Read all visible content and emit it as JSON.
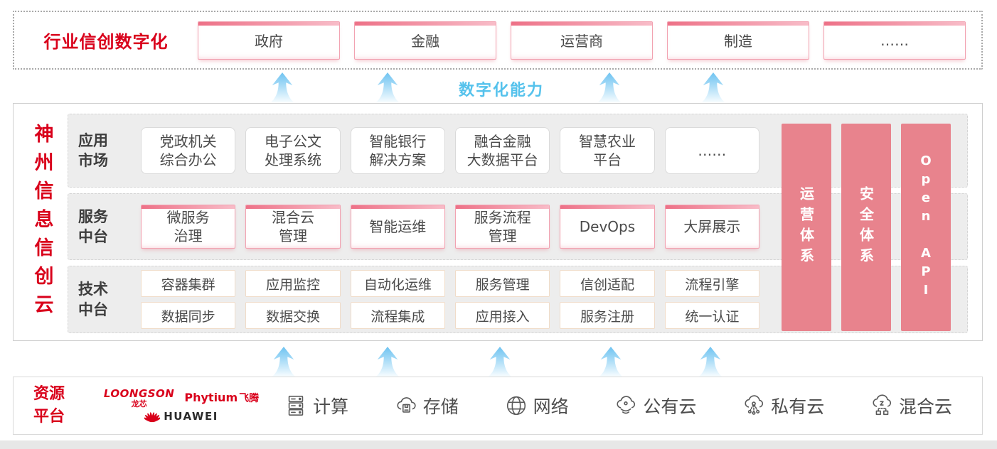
{
  "top_band": {
    "title": "行业信创数字化",
    "sectors": [
      "政府",
      "金融",
      "运营商",
      "制造",
      "……"
    ]
  },
  "capability_label": "数字化能力",
  "main": {
    "title": "神州信息信创云",
    "app_row": {
      "label_lines": [
        "应用",
        "市场"
      ],
      "items": [
        [
          "党政机关",
          "综合办公"
        ],
        [
          "电子公文",
          "处理系统"
        ],
        [
          "智能银行",
          "解决方案"
        ],
        [
          "融合金融",
          "大数据平台"
        ],
        [
          "智慧农业",
          "平台"
        ],
        [
          "……"
        ]
      ]
    },
    "service_row": {
      "label_lines": [
        "服务",
        "中台"
      ],
      "items": [
        [
          "微服务",
          "治理"
        ],
        [
          "混合云",
          "管理"
        ],
        [
          "智能运维"
        ],
        [
          "服务流程",
          "管理"
        ],
        [
          "DevOps"
        ],
        [
          "大屏展示"
        ]
      ]
    },
    "tech_row": {
      "label_lines": [
        "技术",
        "中台"
      ],
      "row1": [
        "容器集群",
        "应用监控",
        "自动化运维",
        "服务管理",
        "信创适配",
        "流程引擎"
      ],
      "row2": [
        "数据同步",
        "数据交换",
        "流程集成",
        "应用接入",
        "服务注册",
        "统一认证"
      ]
    },
    "pillars": [
      "运营体系",
      "安全体系",
      "Open API"
    ]
  },
  "resources": {
    "title_lines": [
      "资源",
      "平台"
    ],
    "vendors": {
      "loongson_en": "LOONGSON",
      "loongson_cn": "龙芯",
      "phytium_en": "Phytium",
      "phytium_cn": "飞腾",
      "huawei": "HUAWEI"
    },
    "items": [
      {
        "icon": "compute-icon",
        "label": "计算"
      },
      {
        "icon": "storage-icon",
        "label": "存储"
      },
      {
        "icon": "network-icon",
        "label": "网络"
      },
      {
        "icon": "public-cloud-icon",
        "label": "公有云"
      },
      {
        "icon": "private-cloud-icon",
        "label": "私有云"
      },
      {
        "icon": "hybrid-cloud-icon",
        "label": "混合云"
      }
    ]
  },
  "colors": {
    "brand_red": "#d9001b",
    "pillar_pink": "#e8838d",
    "capability_blue": "#55c2ec"
  }
}
